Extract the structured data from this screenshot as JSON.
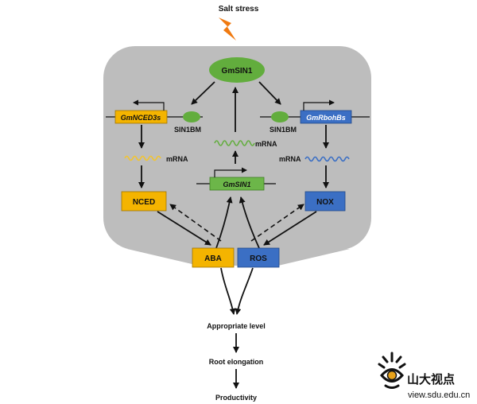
{
  "stimulus": {
    "label": "Salt stress"
  },
  "nodes": {
    "gmsin1_protein": "GmSIN1",
    "nced3s_gene": "GmNCED3s",
    "rbohbs_gene": "GmRbohBs",
    "sin1bm_left": "SIN1BM",
    "sin1bm_right": "SIN1BM",
    "gmsin1_gene": "GmSIN1",
    "nced_enzyme": "NCED",
    "nox_enzyme": "NOX",
    "aba": "ABA",
    "ros": "ROS"
  },
  "mrna_labels": {
    "left": "mRNA",
    "center": "mRNA",
    "right": "mRNA"
  },
  "outcomes": {
    "level": "Appropriate level",
    "root": "Root elongation",
    "productivity": "Productivity"
  },
  "watermark": {
    "name": "山大视点",
    "url": "view.sdu.edu.cn"
  },
  "colors": {
    "panel": "#bdbdbd",
    "protein_green": "#62ad3d",
    "gene_green": "#6cb649",
    "orange": "#f4b400",
    "blue": "#3b6fc4",
    "lightning": "#f07a10"
  },
  "icons": {
    "stimulus": "lightning-bolt-icon",
    "watermark": "eye-logo-icon"
  }
}
